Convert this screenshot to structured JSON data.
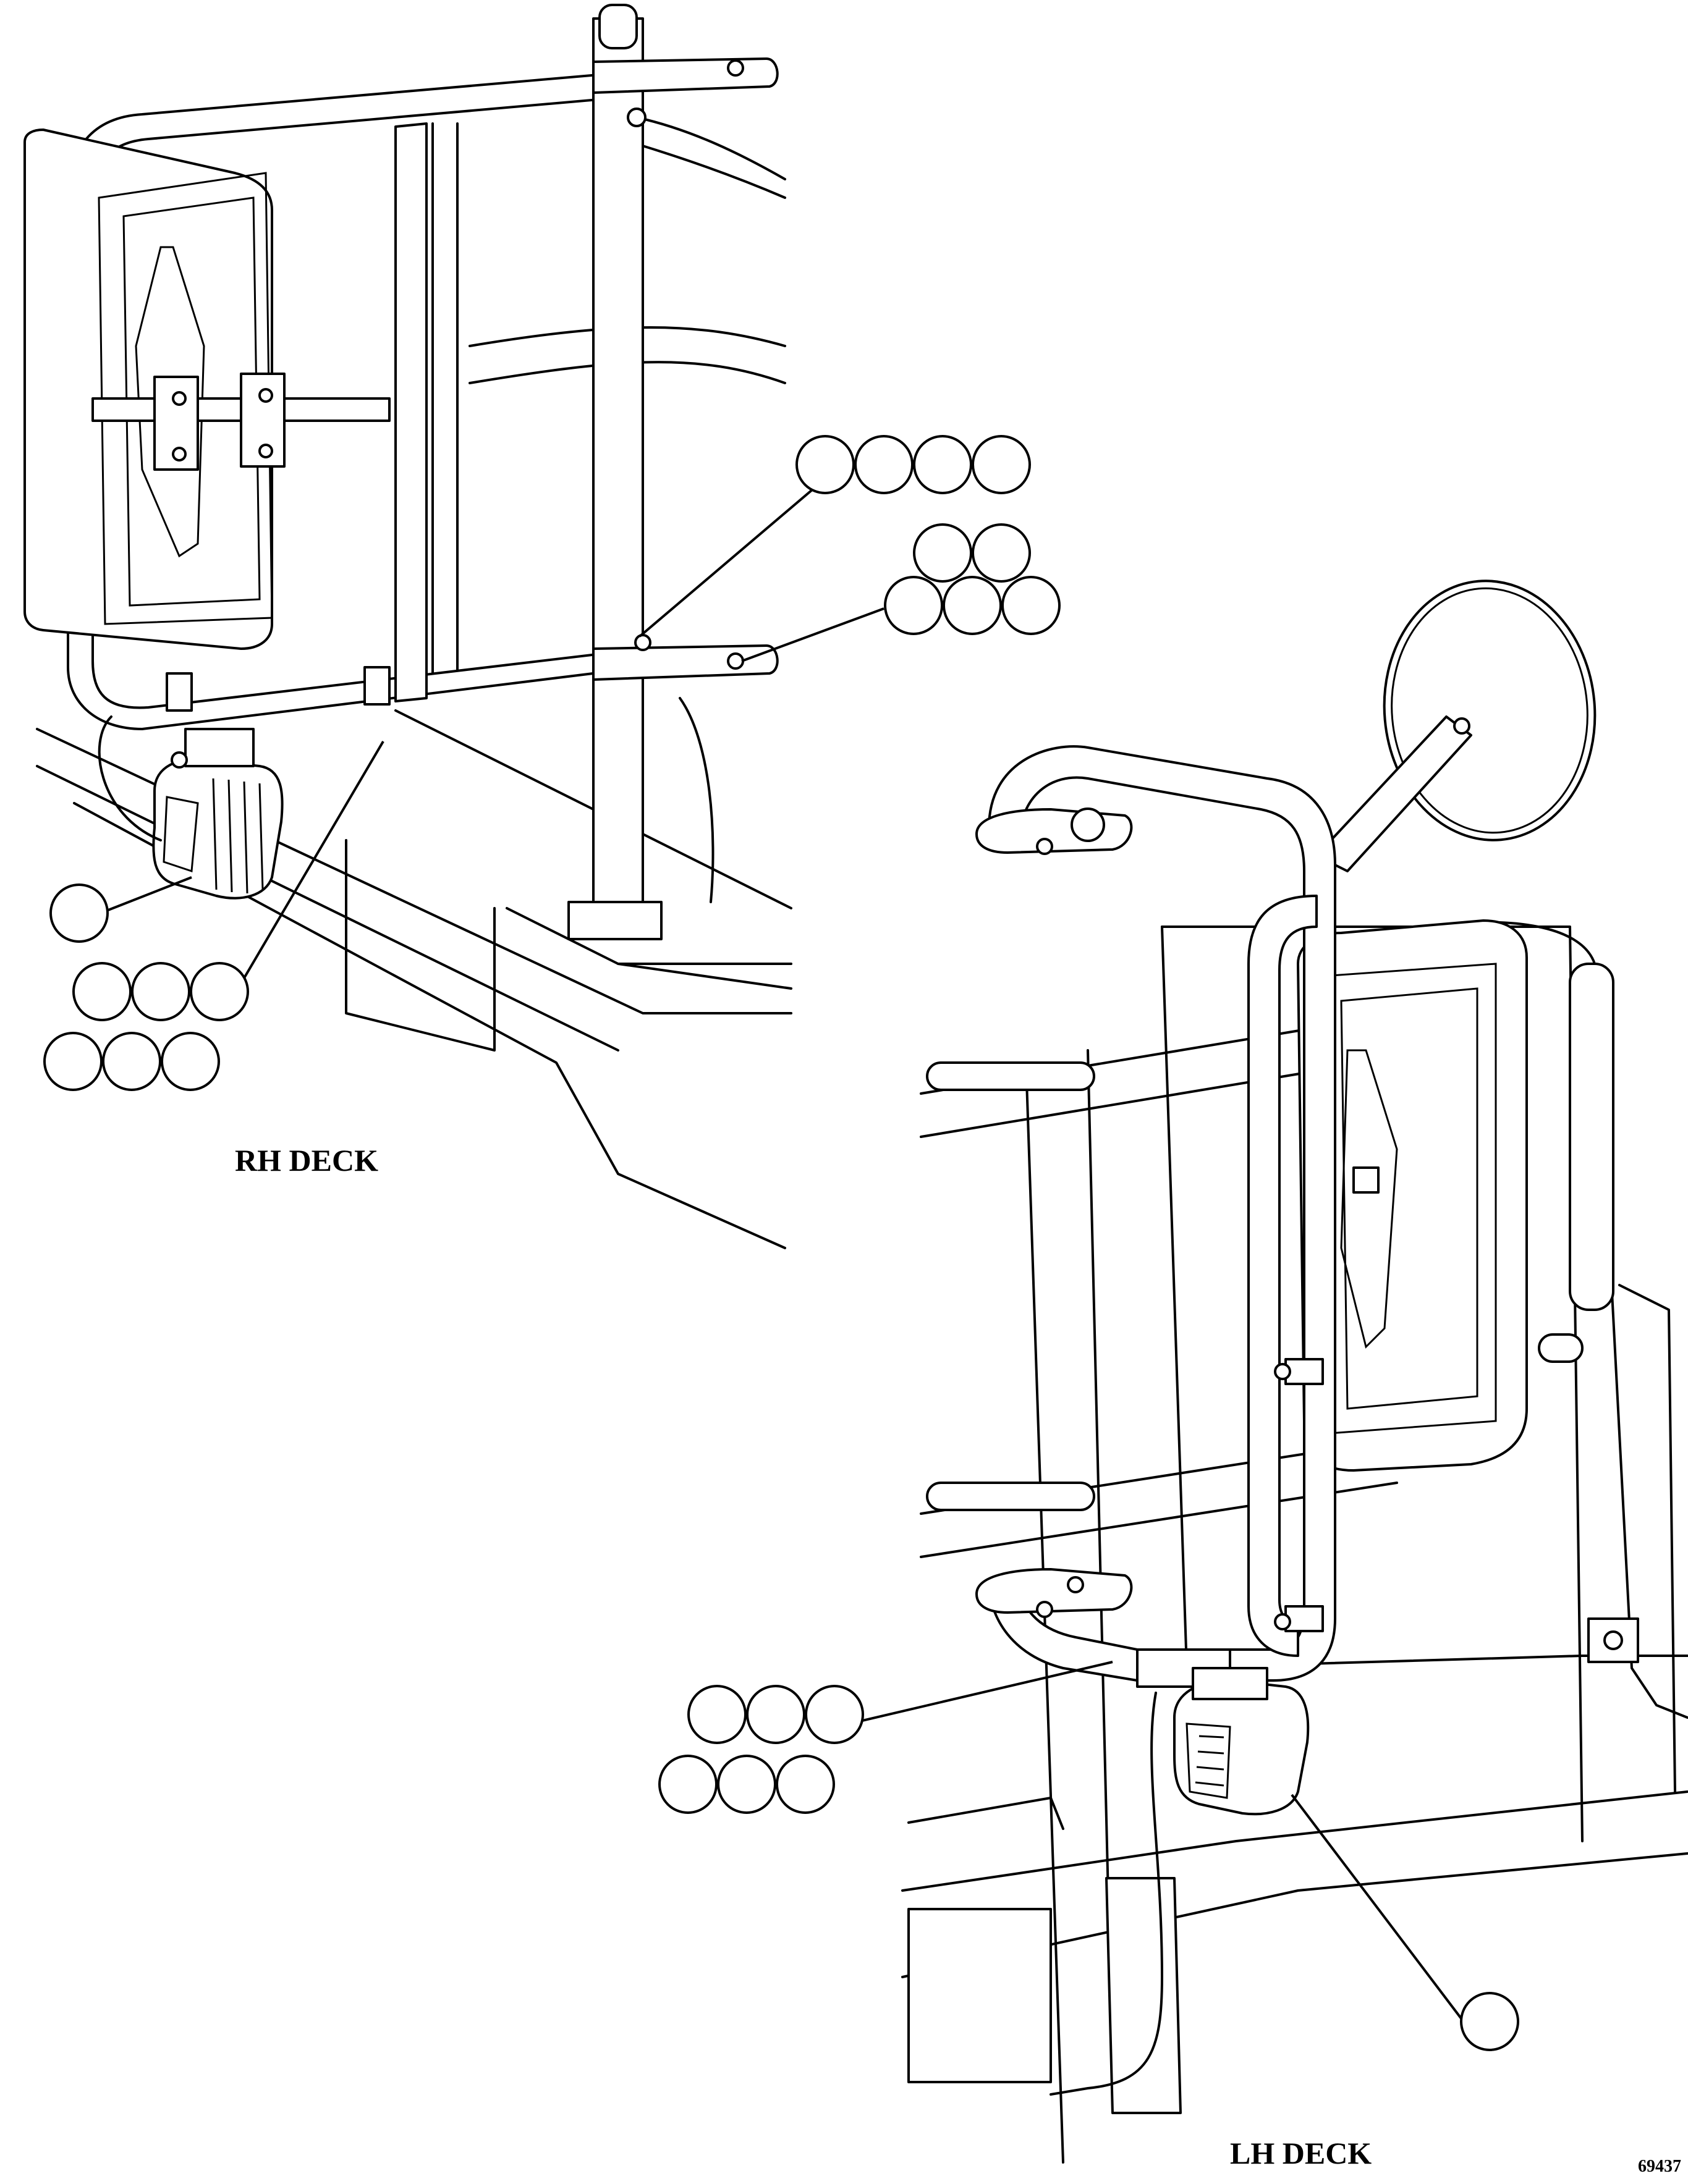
{
  "views": {
    "rh": {
      "label": "RH DECK"
    },
    "lh": {
      "label": "LH DECK"
    }
  },
  "figure_number": "69437",
  "callout_groups": {
    "rh": [
      {
        "name": "rh-group-top-4"
      },
      {
        "name": "rh-group-mid-5"
      },
      {
        "name": "rh-group-single"
      },
      {
        "name": "rh-group-bottom-6"
      }
    ],
    "lh": [
      {
        "name": "lh-group-6"
      },
      {
        "name": "lh-group-single"
      }
    ]
  }
}
